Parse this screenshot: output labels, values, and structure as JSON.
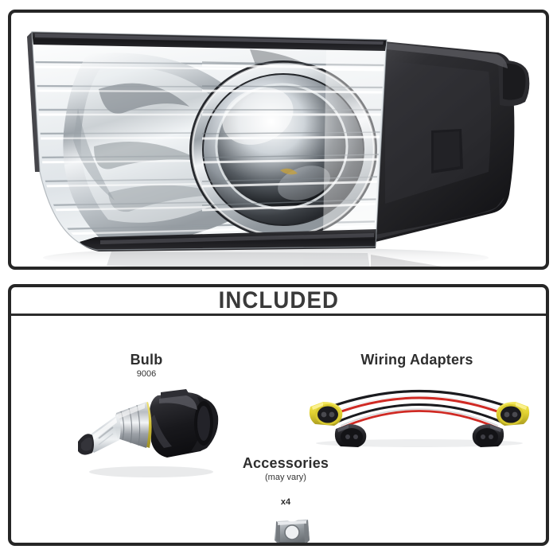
{
  "page": {
    "background": "#ffffff",
    "border_color": "#262626"
  },
  "product_panel": {
    "name": "fog-light-product-photo",
    "alt": "Clear lens projector fog light assembly with black housing",
    "colors": {
      "housing": "#2a2a2c",
      "lens_chrome": "#e9ecee",
      "lens_rib_light": "#f4f6f7",
      "lens_rib_dark": "#b9bfc4",
      "projector_glass": "#d8dde1",
      "rim_dark": "#1a1a1c"
    }
  },
  "included_panel": {
    "header": "INCLUDED",
    "items": [
      {
        "name": "bulb",
        "title": "Bulb",
        "subtitle": "9006",
        "quantity": "",
        "colors": {
          "base": "#1c1c1e",
          "metal": "#b9bcc0",
          "glass": "#d7dade",
          "ring": "#d8c84a",
          "tip": "#2a2a2c"
        }
      },
      {
        "name": "wiring-adapters",
        "title": "Wiring Adapters",
        "subtitle": "",
        "quantity": "",
        "colors": {
          "connector_yellow": "#e6d73c",
          "connector_black": "#232326",
          "wire_black": "#1c1c1e",
          "wire_red": "#cf2a24"
        }
      },
      {
        "name": "accessories",
        "title": "Accessories",
        "subtitle": "(may vary)",
        "quantity": "x4",
        "colors": {
          "clip_metal": "#a9adb1",
          "clip_shadow": "#6e7276"
        }
      }
    ]
  }
}
